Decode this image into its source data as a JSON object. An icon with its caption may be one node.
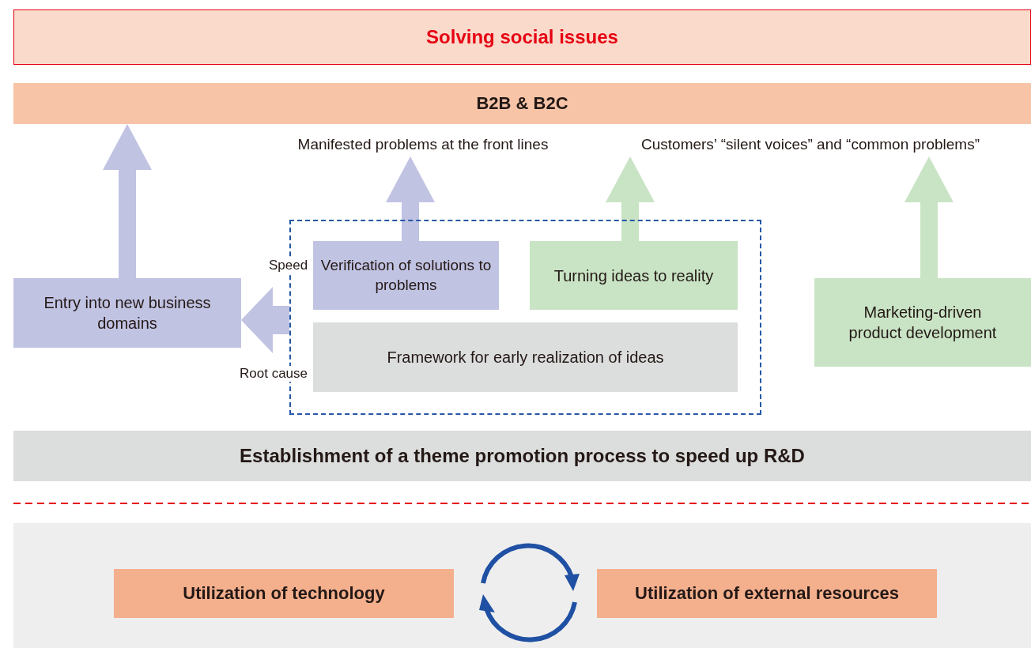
{
  "diagram": {
    "nodes": [
      {
        "text": [
          "Solving social issues"
        ]
      },
      {
        "text": [
          "B2B & B2C"
        ]
      },
      {
        "text": [
          "Manifested problems at the front lines"
        ]
      },
      {
        "text": [
          "Customers’ “silent voices” and “common problems”"
        ]
      },
      {
        "text": [
          "Entry into new business domains"
        ]
      },
      {
        "text": [],
        "shape": "box"
      },
      {
        "text": [
          "Verification of solutions to problems"
        ],
        "in": 5
      },
      {
        "text": [
          "Turning ideas to reality"
        ],
        "in": 5
      },
      {
        "text": [
          "Framework for early realization of ideas"
        ],
        "in": 5
      },
      {
        "text": [
          "Marketing-driven product development"
        ]
      },
      {
        "text": [
          "Establishment of a theme promotion process to speed up R&D"
        ]
      },
      {
        "text": [],
        "shape": "box"
      },
      {
        "text": [
          "Utilization of technology"
        ],
        "in": 11
      },
      {
        "text": [
          "Utilization of external resources"
        ],
        "in": 11
      }
    ],
    "edges": [
      {
        "from": 4,
        "to": 1,
        "arrow": "to"
      },
      {
        "from": 6,
        "to": 2,
        "arrow": "to"
      },
      {
        "from": 7,
        "to": 3,
        "arrow": "to",
        "color": "#c9e4c5"
      },
      {
        "from": 9,
        "to": 3,
        "arrow": "to",
        "color": "#c9e4c5"
      },
      {
        "from": 5,
        "to": 4,
        "arrow": "to"
      }
    ],
    "labels": [
      "Speed",
      "Root cause"
    ]
  }
}
